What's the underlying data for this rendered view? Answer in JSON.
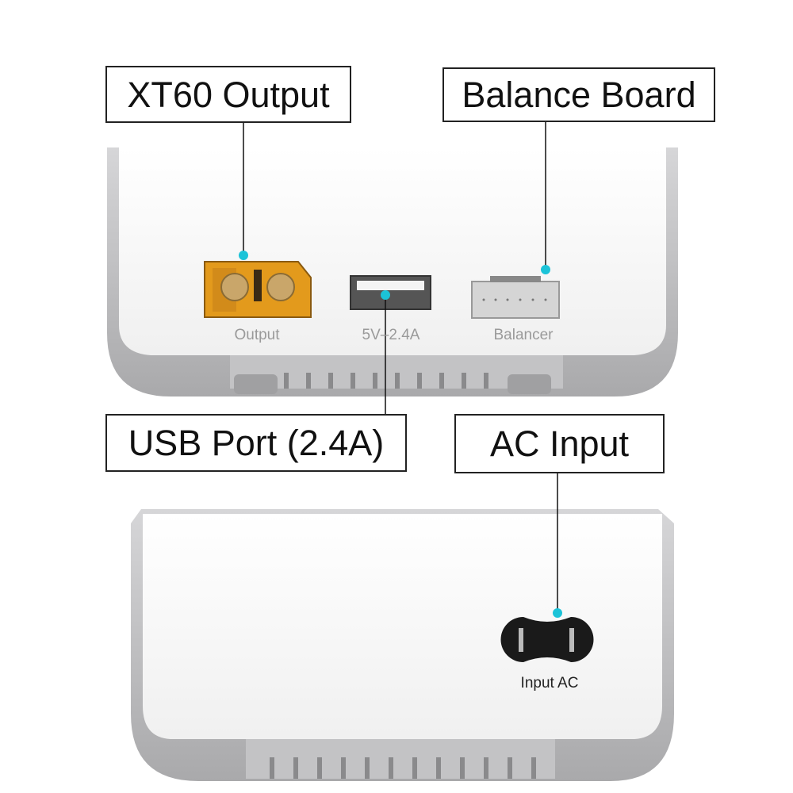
{
  "callouts": {
    "xt60": "XT60 Output",
    "balance": "Balance Board",
    "usb": "USB Port (2.4A)",
    "ac": "AC Input"
  },
  "port_labels": {
    "output": "Output",
    "usb": "5V–2.4A",
    "balancer": "Balancer",
    "ac": "Input AC"
  },
  "colors": {
    "callout_dot": "#1cc3d8",
    "xt60_connector": "#e39a1c",
    "body": "#f7f7f7",
    "frame": "#b9b9bb"
  }
}
